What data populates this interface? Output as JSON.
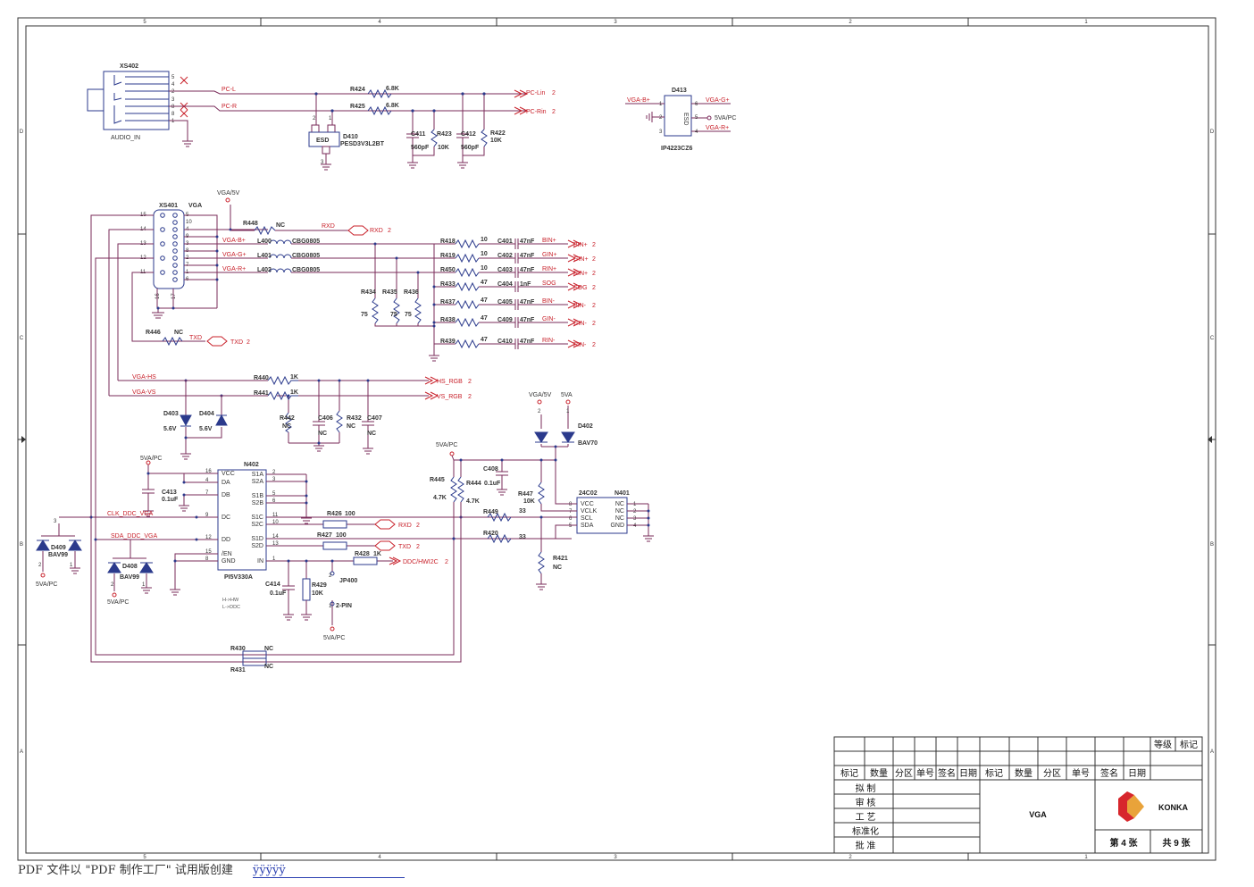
{
  "frame": {
    "col_labels": [
      "5",
      "4",
      "3",
      "2",
      "1"
    ],
    "row_labels": [
      "D",
      "C",
      "B",
      "A"
    ]
  },
  "audio": {
    "ref": "XS402",
    "name": "AUDIO_IN",
    "pins": [
      "5",
      "4",
      "2",
      "3",
      "1"
    ],
    "pin_extra": [
      "8",
      "8"
    ],
    "net_l": "PC-L",
    "net_r": "PC-R",
    "r424": "R424",
    "r424_val": "6.8K",
    "r425": "R425",
    "r425_val": "6.8K",
    "out_l": "PC-Lin",
    "out_l_sheet": "2",
    "out_r": "PC-Rin",
    "out_r_sheet": "2",
    "c411": "C411",
    "c411_val": "560pF",
    "r423": "R423",
    "r423_val": "10K",
    "c412": "C412",
    "c412_val": "560pF",
    "r422": "R422",
    "r422_val": "10K",
    "d410": "D410",
    "d410_part": "PESD3V3L2BT",
    "d410_mark": "ESD",
    "d410_pins": [
      "2",
      "1",
      "3"
    ]
  },
  "esd": {
    "ref": "D413",
    "part": "IP4223CZ6",
    "mark": "ESD",
    "pins": [
      "1",
      "2",
      "3",
      "6",
      "5",
      "4"
    ],
    "in_b": "VGA-B+",
    "out_g": "VGA-G+",
    "out_pwr": "5VA/PC",
    "out_r": "VGA-R+"
  },
  "vga": {
    "ref": "XS401",
    "name": "VGA",
    "pwr": "VGA/5V",
    "left_pins": [
      "15",
      "14",
      "13",
      "12",
      "11"
    ],
    "right_pins": [
      "5",
      "10",
      "4",
      "9",
      "3",
      "8",
      "2",
      "7",
      "1",
      "6"
    ],
    "bottom_pins": [
      "16",
      "17"
    ],
    "nets": [
      "VGA-B+",
      "VGA-G+",
      "VGA-R+"
    ],
    "r448": "R448",
    "r448_val": "NC",
    "rxd_net": "RXD",
    "rxd_off": "RXD",
    "rxd_sheet": "2",
    "l400": "L400",
    "l401": "L401",
    "l402": "L402",
    "ferrite": "CBG0805",
    "r446": "R446",
    "r446_val": "NC",
    "txd_net": "TXD",
    "txd_off": "TXD",
    "txd_sheet": "2"
  },
  "filters": {
    "rows": [
      {
        "r": "R418",
        "rv": "10",
        "c": "C401",
        "cv": "47nF",
        "net": "BIN+",
        "off": "BIN+",
        "sheet": "2"
      },
      {
        "r": "R419",
        "rv": "10",
        "c": "C402",
        "cv": "47nF",
        "net": "GIN+",
        "off": "GIN+",
        "sheet": "2"
      },
      {
        "r": "R450",
        "rv": "10",
        "c": "C403",
        "cv": "47nF",
        "net": "RIN+",
        "off": "RIN+",
        "sheet": "2"
      },
      {
        "r": "R433",
        "rv": "47",
        "c": "C404",
        "cv": "1nF",
        "net": "SOG",
        "off": "SOG",
        "sheet": "2"
      },
      {
        "r": "R437",
        "rv": "47",
        "c": "C405",
        "cv": "47nF",
        "net": "BIN-",
        "off": "BIN-",
        "sheet": "2"
      },
      {
        "r": "R438",
        "rv": "47",
        "c": "C409",
        "cv": "47nF",
        "net": "GIN-",
        "off": "GIN-",
        "sheet": "2"
      },
      {
        "r": "R439",
        "rv": "47",
        "c": "C410",
        "cv": "47nF",
        "net": "RIN-",
        "off": "RIN-",
        "sheet": "2"
      }
    ],
    "term": [
      {
        "r": "R434",
        "v": "75"
      },
      {
        "r": "R435",
        "v": "75"
      },
      {
        "r": "R436",
        "v": "75"
      }
    ]
  },
  "sync": {
    "hs_net": "VGA-HS",
    "vs_net": "VGA-VS",
    "r440": "R440",
    "r440_val": "1K",
    "r441": "R441",
    "r441_val": "1K",
    "hs_off": "HS_RGB",
    "hs_sheet": "2",
    "vs_off": "VS_RGB",
    "vs_sheet": "2",
    "d403": "D403",
    "d403_val": "5.6V",
    "d404": "D404",
    "d404_val": "5.6V",
    "r442": "R442",
    "r442_val": "NC",
    "c406": "C406",
    "c406_val": "NC",
    "r432": "R432",
    "r432_val": "NC",
    "c407": "C407",
    "c407_val": "NC"
  },
  "switch": {
    "ref": "N402",
    "part": "PI5V330A",
    "left_pins": [
      {
        "num": "16",
        "name": "VCC"
      },
      {
        "num": "4",
        "name": "DA"
      },
      {
        "num": "7",
        "name": "DB"
      },
      {
        "num": "9",
        "name": "DC"
      },
      {
        "num": "12",
        "name": "DD"
      },
      {
        "num": "15",
        "name": "/EN"
      },
      {
        "num": "8",
        "name": "GND"
      }
    ],
    "right_pins": [
      {
        "num": "2",
        "name": "S1A"
      },
      {
        "num": "3",
        "name": "S2A"
      },
      {
        "num": "5",
        "name": "S1B"
      },
      {
        "num": "6",
        "name": "S2B"
      },
      {
        "num": "11",
        "name": "S1C"
      },
      {
        "num": "10",
        "name": "S2C"
      },
      {
        "num": "14",
        "name": "S1D"
      },
      {
        "num": "13",
        "name": "S2D"
      },
      {
        "num": "1",
        "name": "IN"
      }
    ],
    "note_1": "H->HW",
    "note_2": "L->DDC",
    "pwr": "5VA/PC",
    "c413": "C413",
    "c413_val": "0.1uF",
    "clk_net": "CLK_DDC_VGA",
    "sda_net": "SDA_DDC_VGA",
    "r426": "R426",
    "r426_val": "100",
    "r427": "R427",
    "r427_val": "100",
    "r428": "R428",
    "r428_val": "1K",
    "rxd_off": "RXD",
    "rxd_sheet": "2",
    "txd_off": "TXD",
    "txd_sheet": "2",
    "ddc_off": "DDC/HWI2C",
    "ddc_sheet": "2",
    "c414": "C414",
    "c414_val": "0.1uF",
    "r429": "R429",
    "r429_val": "10K",
    "jp400": "JP400",
    "jp_type": "2-PIN",
    "jp_pins": [
      "2",
      "1"
    ],
    "jp_pwr": "5VA/PC",
    "d409": "D409",
    "d409_part": "BAV99",
    "d408": "D408",
    "d408_part": "BAV99",
    "d_pwr": "5VA/PC",
    "d_pins": [
      "3",
      "2",
      "1"
    ],
    "r430": "R430",
    "r430_val": "NC",
    "r431": "R431",
    "r431_val": "NC"
  },
  "eeprom": {
    "ref": "N401",
    "part": "24C02",
    "pins": [
      {
        "num": "8",
        "name": "VCC"
      },
      {
        "num": "7",
        "name": "VCLK"
      },
      {
        "num": "6",
        "name": "SCL"
      },
      {
        "num": "5",
        "name": "SDA"
      }
    ],
    "right_pins": [
      {
        "num": "1",
        "name": "NC"
      },
      {
        "num": "2",
        "name": "NC"
      },
      {
        "num": "3",
        "name": "NC"
      },
      {
        "num": "4",
        "name": "GND"
      }
    ],
    "pwr": "5VA/PC",
    "pwr_vga": "VGA/5V",
    "pwr_5va": "5VA",
    "d402": "D402",
    "d402_part": "BAV70",
    "d402_pins": [
      "2",
      "1"
    ],
    "r445": "R445",
    "r445_val": "4.7K",
    "r444": "R444",
    "r444_val": "4.7K",
    "c408": "C408",
    "c408_val": "0.1uF",
    "r447": "R447",
    "r447_val": "10K",
    "r449": "R449",
    "r449_val": "33",
    "r420": "R420",
    "r420_val": "33",
    "r421": "R421",
    "r421_val": "NC"
  },
  "title_block": {
    "grade_label": "等级",
    "mark_label": "标记",
    "headers": [
      "标记",
      "数量",
      "分区",
      "单号",
      "签名",
      "日期",
      "标记",
      "数量",
      "分区",
      "单号",
      "签名",
      "日期"
    ],
    "roles": [
      "拟 制",
      "审 核",
      "工 艺",
      "标准化",
      "批 准"
    ],
    "title": "VGA",
    "company": "KONKA",
    "sheet_label": "第 4 张",
    "total_label": "共 9 张"
  },
  "footer": {
    "text": "PDF 文件以 \"PDF 制作工厂\" 试用版创建",
    "link": "ÿÿÿÿÿ"
  }
}
